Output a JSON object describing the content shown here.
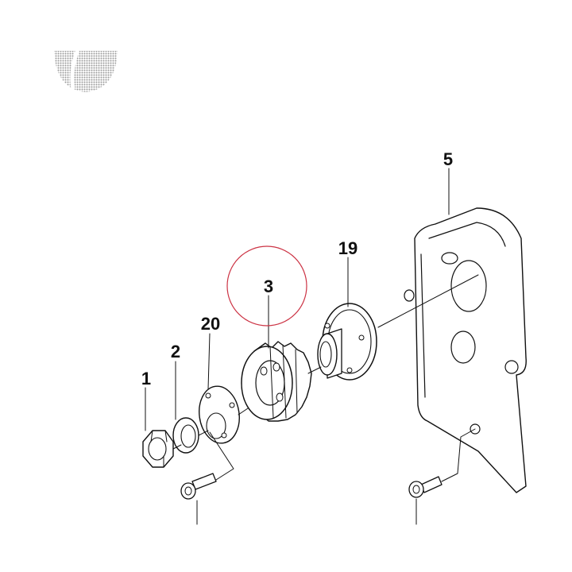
{
  "callouts": {
    "part_1": "1",
    "part_2": "2",
    "part_3": "3",
    "part_5": "5",
    "part_19": "19",
    "part_20": "20"
  },
  "highlight": {
    "target_part": "3",
    "color": "#cc3344"
  },
  "colors": {
    "line": "#111111",
    "logo_gray": "#b5b5b5"
  },
  "icons": {
    "logo": "brand-logo-icon"
  }
}
